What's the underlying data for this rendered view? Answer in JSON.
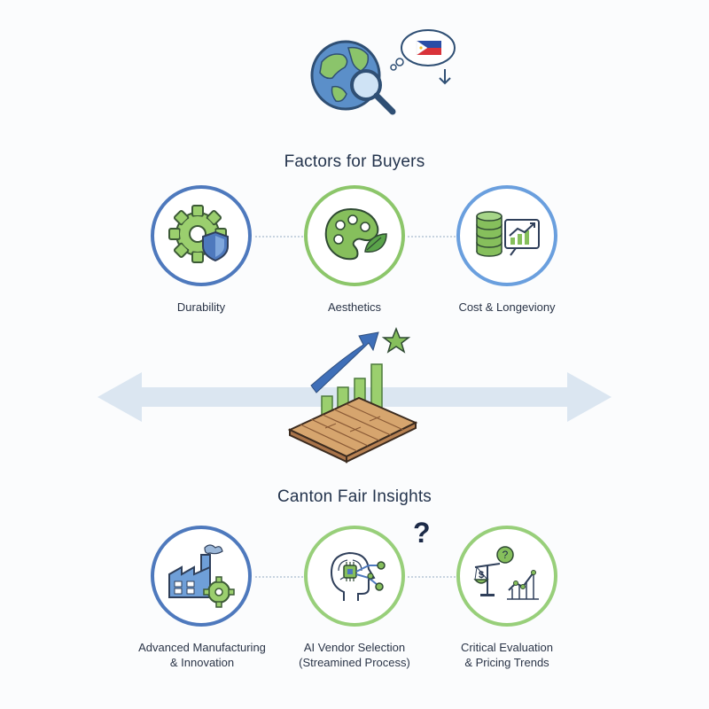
{
  "colors": {
    "blue": "#4e79bd",
    "green": "#8cc66a",
    "light_blue": "#6a9fde",
    "arrow_fill": "#dbe6f1",
    "wood": "#d6a56e"
  },
  "header": {
    "flag_icon": "philippines-flag-icon",
    "globe_icon": "globe-magnifier-icon"
  },
  "buyers": {
    "title": "Factors for Buyers",
    "items": [
      {
        "label": "Durability",
        "icon": "gear-shield-icon"
      },
      {
        "label": "Aesthetics",
        "icon": "palette-leaf-icon"
      },
      {
        "label": "Cost & Longeviony",
        "icon": "coins-chart-icon"
      }
    ]
  },
  "canton": {
    "title": "Canton Fair Insights",
    "question_mark": "?",
    "items": [
      {
        "label_line1": "Advanced Manufacturing",
        "label_line2": "& Innovation",
        "icon": "factory-gear-icon"
      },
      {
        "label_line1": "AI Vendor Selection",
        "label_line2": "(Streamined Process)",
        "icon": "ai-head-chip-icon"
      },
      {
        "label_line1": "Critical Evaluation",
        "label_line2": "& Pricing Trends",
        "icon": "scale-trend-icon"
      }
    ]
  }
}
